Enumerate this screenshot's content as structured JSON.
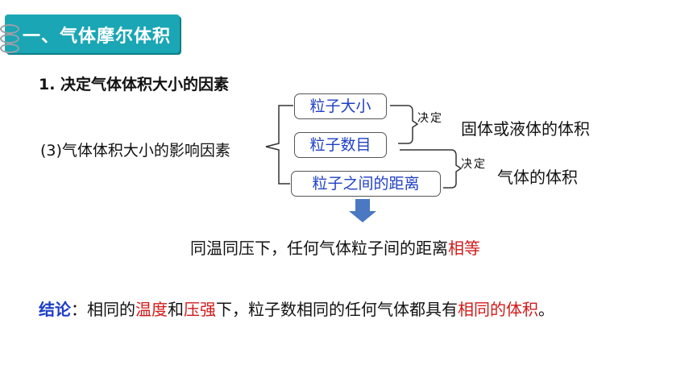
{
  "section_title": "一、气体摩尔体积",
  "heading": "1. 决定气体体积大小的因素",
  "factor_label": "(3)气体体积大小的影响因素",
  "boxes": {
    "particle_size": "粒子大小",
    "particle_count": "粒子数目",
    "particle_distance": "粒子之间的距离"
  },
  "decide_labels": {
    "first": "决定",
    "second": "决定"
  },
  "results": {
    "solid_liquid": "固体或液体的体积",
    "gas": "气体的体积"
  },
  "conclusion": {
    "prefix": "同温同压下，任何气体粒子间的距离",
    "emphasis": "相等"
  },
  "summary": {
    "keyword": "结论",
    "colon": "：相同的",
    "temp": "温度",
    "and": "和",
    "pressure": "压强",
    "middle": "下，粒子数相同的任何气体都具有",
    "volume": "相同的体积",
    "end": "。"
  },
  "colors": {
    "title_bg": "#1aa6b4",
    "box_text": "#1f3fc4",
    "emphasis": "#d11919",
    "arrow": "#4a78c2"
  }
}
